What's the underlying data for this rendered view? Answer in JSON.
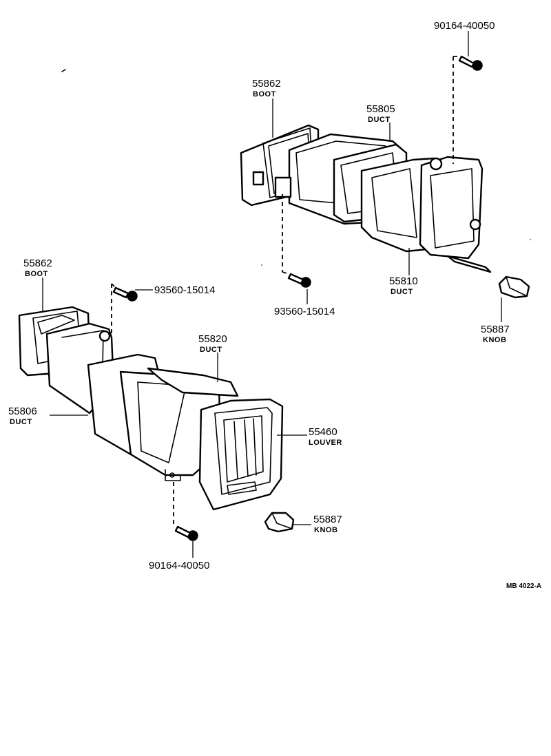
{
  "drawing_code": "MB 4022-A",
  "parts": [
    {
      "key": "bolt_top_right",
      "number": "90164-40050",
      "name": ""
    },
    {
      "key": "boot_upper",
      "number": "55862",
      "name": "BOOT"
    },
    {
      "key": "duct_55805",
      "number": "55805",
      "name": "DUCT"
    },
    {
      "key": "screw_mid",
      "number": "93560-15014",
      "name": ""
    },
    {
      "key": "duct_55810",
      "number": "55810",
      "name": "DUCT"
    },
    {
      "key": "knob_upper",
      "number": "55887",
      "name": "KNOB"
    },
    {
      "key": "boot_lower",
      "number": "55862",
      "name": "BOOT"
    },
    {
      "key": "screw_left",
      "number": "93560-15014",
      "name": ""
    },
    {
      "key": "duct_55820",
      "number": "55820",
      "name": "DUCT"
    },
    {
      "key": "duct_55806",
      "number": "55806",
      "name": "DUCT"
    },
    {
      "key": "louver",
      "number": "55460",
      "name": "LOUVER"
    },
    {
      "key": "knob_lower",
      "number": "55887",
      "name": "KNOB"
    },
    {
      "key": "bolt_bottom",
      "number": "90164-40050",
      "name": ""
    }
  ]
}
